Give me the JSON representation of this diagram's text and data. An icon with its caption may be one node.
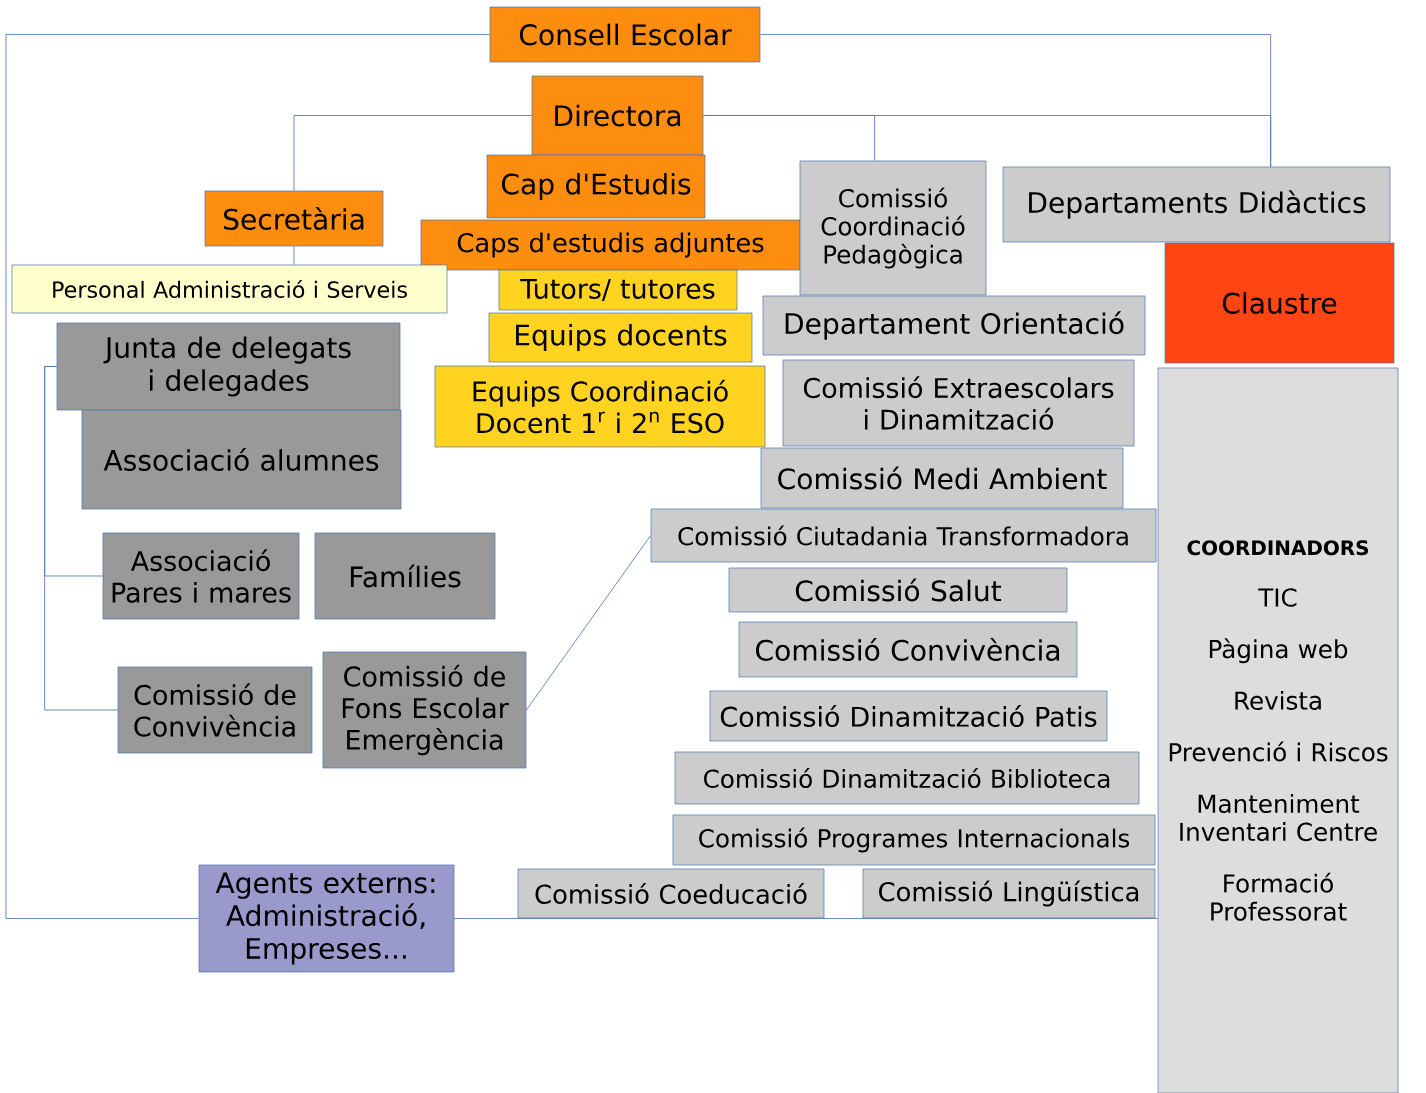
{
  "diagram": {
    "nodes": [
      {
        "text": [
          "Consell  Escolar"
        ]
      },
      {
        "text": [
          "Directora"
        ]
      },
      {
        "text": [
          "Cap d'Estudis"
        ]
      },
      {
        "text": [
          "Secretària"
        ]
      },
      {
        "text": [
          "Caps d'estudis adjuntes"
        ]
      },
      {
        "text": [
          "Personal Administració i  Serveis"
        ]
      },
      {
        "text": [
          "Tutors/ tutores"
        ]
      },
      {
        "text": [
          "Equips docents"
        ]
      },
      {
        "text": [
          "Equips Coordinació Docent 1$^{r}$ i 2$^{n}$ ESO"
        ]
      },
      {
        "text": [
          "Comissió Coordinació Pedagògica"
        ]
      },
      {
        "text": [
          "Departaments Didàctics"
        ]
      },
      {
        "text": [
          "Claustre"
        ]
      },
      {
        "text": [
          "Departament Orientació"
        ]
      },
      {
        "text": [
          "Comissió Extraescolars i Dinamització"
        ]
      },
      {
        "text": [
          "Junta de delegats i delegades"
        ]
      },
      {
        "text": [
          "Associació alumnes"
        ]
      },
      {
        "text": [
          "COORDINADORS",
          "TIC",
          "Pàgina web",
          "Revista",
          "Prevenció i Riscos",
          "Manteniment Inventari Centre",
          "Formació Professorat"
        ]
      },
      {
        "text": [
          "Comissió Medi Ambient"
        ]
      },
      {
        "text": [
          "Associació Pares i mares"
        ]
      },
      {
        "text": [
          "Famílies"
        ]
      },
      {
        "text": [
          "Comissió Ciutadania Transformadora"
        ]
      },
      {
        "text": [
          "Comissió Salut"
        ]
      },
      {
        "text": [
          "Comissió Convivència"
        ]
      },
      {
        "text": [
          "Comissió de Convivència"
        ]
      },
      {
        "text": [
          "Comissió de Fons Escolar Emergència"
        ]
      },
      {
        "text": [
          "Comissió Dinamització Patis"
        ]
      },
      {
        "text": [
          "Comissió Dinamització  Biblioteca"
        ]
      },
      {
        "text": [
          "Comissió Programes Internacionals"
        ]
      },
      {
        "text": [
          "Agents externs: Administració, Empreses..."
        ]
      },
      {
        "text": [
          "Comissió Coeducació"
        ]
      },
      {
        "text": [
          "Comissió Lingüística"
        ]
      }
    ],
    "edges": [
      {
        "from": 0,
        "to": 28,
        "arrow": "none"
      },
      {
        "from": 0,
        "to": 10,
        "arrow": "none"
      },
      {
        "from": 1,
        "to": 3,
        "arrow": "none"
      },
      {
        "from": 1,
        "to": 9,
        "arrow": "none"
      },
      {
        "from": 1,
        "to": 10,
        "arrow": "none"
      },
      {
        "from": 3,
        "to": 5,
        "arrow": "none"
      },
      {
        "from": 14,
        "to": 18,
        "arrow": "none"
      },
      {
        "from": 14,
        "to": 23,
        "arrow": "none"
      },
      {
        "from": 24,
        "to": 20,
        "arrow": "none"
      },
      {
        "from": 28,
        "to": 16,
        "arrow": "none"
      }
    ]
  }
}
